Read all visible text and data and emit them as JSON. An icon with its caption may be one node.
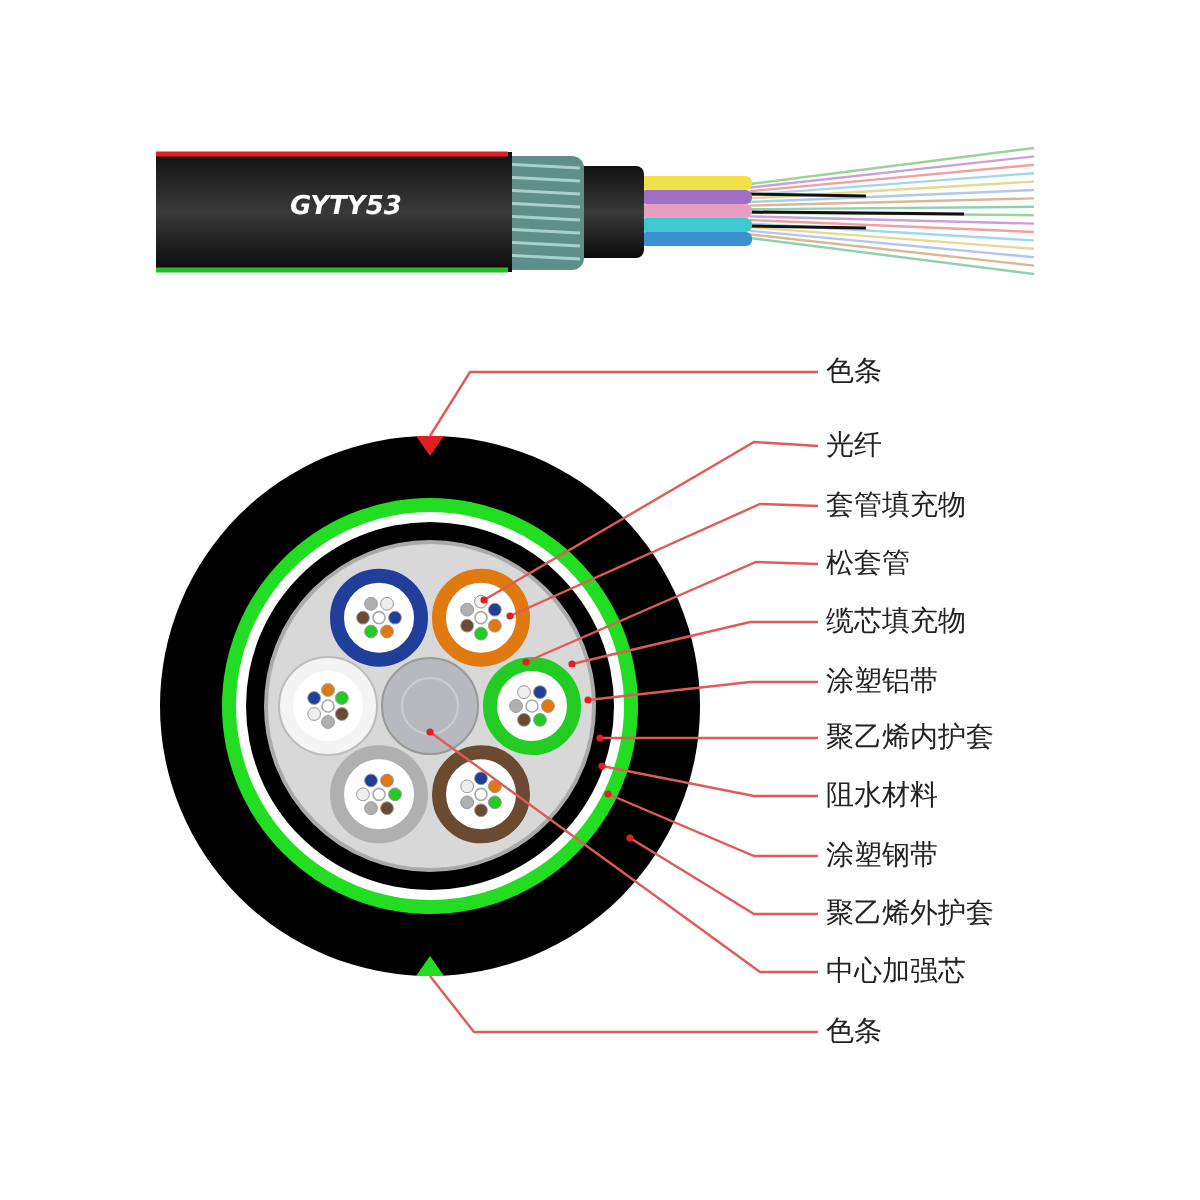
{
  "diagram": {
    "nodes": [
      {
        "text": [
          "色条"
        ]
      },
      {
        "text": [
          "光纤"
        ]
      },
      {
        "text": [
          "套管填充物"
        ]
      },
      {
        "text": [
          "松套管"
        ]
      },
      {
        "text": [
          "缆芯填充物"
        ]
      },
      {
        "text": [
          "涂塑铝带"
        ]
      },
      {
        "text": [
          "聚乙烯内护套"
        ]
      },
      {
        "text": [
          "阻水材料"
        ]
      },
      {
        "text": [
          "涂塑钢带"
        ]
      },
      {
        "text": [
          "聚乙烯外护套"
        ]
      },
      {
        "text": [
          "中心加强芯"
        ]
      },
      {
        "text": [
          "色条"
        ]
      },
      {
        "text": [],
        "shape": "triangle"
      },
      {
        "text": [],
        "shape": "triangle"
      }
    ],
    "edges": [
      {
        "from": 0,
        "to": 12,
        "arrow": "none"
      },
      {
        "from": 1,
        "to": null,
        "arrow": "none"
      },
      {
        "from": 2,
        "to": null,
        "arrow": "none"
      },
      {
        "from": 3,
        "to": null,
        "arrow": "none"
      },
      {
        "from": 4,
        "to": null,
        "arrow": "none"
      },
      {
        "from": 5,
        "to": null,
        "arrow": "none"
      },
      {
        "from": 6,
        "to": null,
        "arrow": "none"
      },
      {
        "from": 7,
        "to": null,
        "arrow": "none"
      },
      {
        "from": 8,
        "to": null,
        "arrow": "none"
      },
      {
        "from": 9,
        "to": null,
        "arrow": "none"
      },
      {
        "from": 10,
        "to": null,
        "arrow": "none"
      },
      {
        "from": 11,
        "to": 13,
        "arrow": "none"
      }
    ],
    "labels": [
      "GYTY53"
    ]
  }
}
